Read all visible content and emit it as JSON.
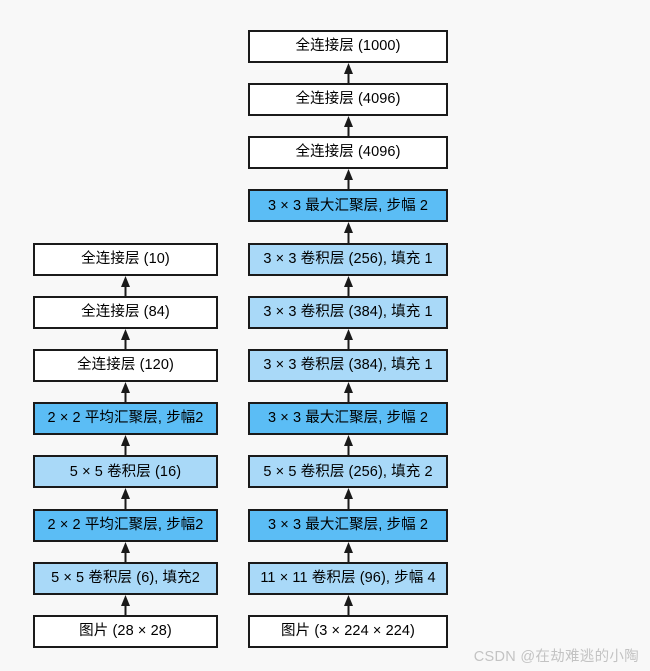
{
  "diagram": {
    "background_color": "#f8f8f8",
    "border_color": "#1a1a1a",
    "colors": {
      "conv_fill": "#a9d9f8",
      "pool_fill": "#5bbdf5",
      "plain_fill": "#ffffff",
      "text": "#000000",
      "watermark": "#c3c3c3"
    },
    "columns": [
      {
        "name": "lenet",
        "nodes": [
          {
            "label": "全连接层 (10)",
            "kind": "plain"
          },
          {
            "label": "全连接层 (84)",
            "kind": "plain"
          },
          {
            "label": "全连接层 (120)",
            "kind": "plain"
          },
          {
            "label": "2 × 2 平均汇聚层, 步幅2",
            "kind": "pool"
          },
          {
            "label": "5 × 5 卷积层 (16)",
            "kind": "conv"
          },
          {
            "label": "2 × 2 平均汇聚层, 步幅2",
            "kind": "pool"
          },
          {
            "label": "5 × 5 卷积层 (6), 填充2",
            "kind": "conv"
          },
          {
            "label": "图片 (28 × 28)",
            "kind": "plain"
          }
        ]
      },
      {
        "name": "alexnet",
        "nodes": [
          {
            "label": "全连接层 (1000)",
            "kind": "plain"
          },
          {
            "label": "全连接层 (4096)",
            "kind": "plain"
          },
          {
            "label": "全连接层 (4096)",
            "kind": "plain"
          },
          {
            "label": "3 × 3 最大汇聚层, 步幅 2",
            "kind": "pool"
          },
          {
            "label": "3 × 3 卷积层 (256), 填充 1",
            "kind": "conv"
          },
          {
            "label": "3 × 3 卷积层 (384), 填充 1",
            "kind": "conv"
          },
          {
            "label": "3 × 3 卷积层 (384), 填充 1",
            "kind": "conv"
          },
          {
            "label": "3 × 3 最大汇聚层, 步幅 2",
            "kind": "pool"
          },
          {
            "label": "5 × 5 卷积层 (256), 填充 2",
            "kind": "conv"
          },
          {
            "label": "3 × 3 最大汇聚层, 步幅 2",
            "kind": "pool"
          },
          {
            "label": "11 × 11 卷积层 (96), 步幅 4",
            "kind": "conv"
          },
          {
            "label": "图片 (3 × 224 × 224)",
            "kind": "plain"
          }
        ]
      }
    ]
  },
  "watermark": {
    "text": "CSDN @在劫难逃的小陶"
  }
}
